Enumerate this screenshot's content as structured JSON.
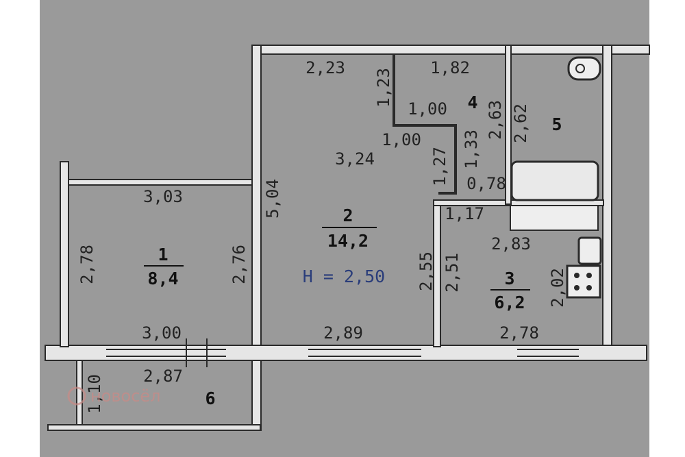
{
  "rooms": [
    {
      "number": "1",
      "area": "8,4"
    },
    {
      "number": "2",
      "area": "14,2"
    },
    {
      "number": "3",
      "area": "6,2"
    },
    {
      "number": "4"
    },
    {
      "number": "5"
    },
    {
      "number": "6"
    }
  ],
  "ceiling_height": "H = 2,50",
  "dimensions": {
    "r1_top_width": "3,03",
    "r1_bottom_width": "3,00",
    "r1_left_depth": "2,78",
    "r1_right_depth": "2,76",
    "r2_top_width": "2,23",
    "r2_width": "3,24",
    "r2_bottom_width": "2,89",
    "r2_depth": "5,04",
    "r2_lower_left": "2,55",
    "hall_notch_depth": "1,23",
    "hall_notch_width_a": "1,00",
    "hall_notch_width_b": "1,00",
    "hall_top_width": "1,82",
    "hall_wall_a": "1,27",
    "hall_wall_b": "1,33",
    "hall_door_width": "0,78",
    "hall_depth": "2,63",
    "bath_depth": "2,62",
    "kitchen_entry": "1,17",
    "kitchen_top_width": "2,83",
    "kitchen_bottom_width": "2,78",
    "kitchen_left_depth": "2,51",
    "kitchen_right_depth": "2,02",
    "balcony_width": "2,87",
    "balcony_depth": "1,10"
  },
  "watermark": "новосёл",
  "colors": {
    "background": "#9a9a9a",
    "wall": "#e6e6e6",
    "outline": "#2a2a2a"
  }
}
